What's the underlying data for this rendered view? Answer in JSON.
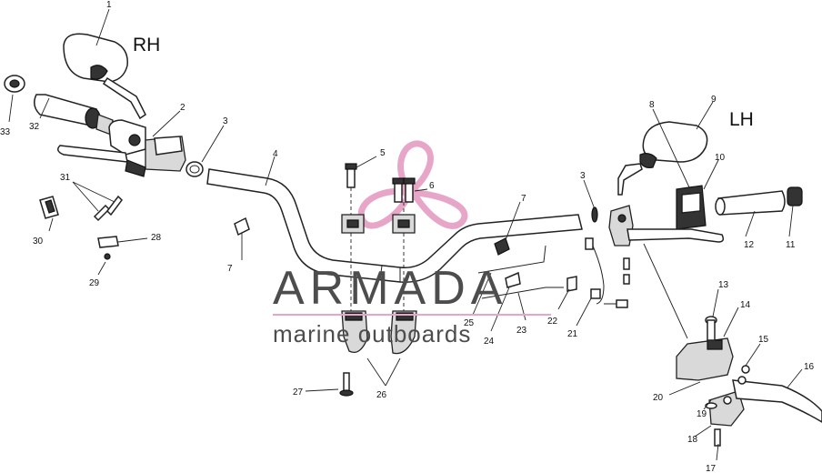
{
  "diagram": {
    "side_labels": {
      "right": "RH",
      "left": "LH"
    },
    "callouts": [
      "1",
      "2",
      "3",
      "4",
      "5",
      "6",
      "7",
      "7",
      "3",
      "8",
      "9",
      "10",
      "11",
      "12",
      "13",
      "14",
      "15",
      "16",
      "17",
      "18",
      "19",
      "20",
      "21",
      "22",
      "23",
      "24",
      "25",
      "26",
      "27",
      "28",
      "29",
      "30",
      "31",
      "32",
      "33"
    ]
  },
  "watermark": {
    "brand": "ARMADA",
    "tagline": "marine outboards",
    "accent_color": "#e7a6c8"
  }
}
